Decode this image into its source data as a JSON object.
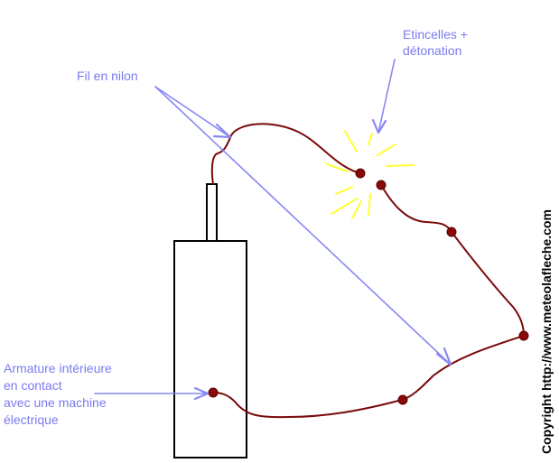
{
  "labels": {
    "sparks_line1": "Etincelles +",
    "sparks_line2": "détonation",
    "nylon_wire": "Fil en nilon",
    "armature_line1": "Armature intérieure",
    "armature_line2": "en contact",
    "armature_line3": "avec une machine",
    "armature_line4": "électrique",
    "copyright": "Copyright http://www.meteolafleche.com"
  },
  "colors": {
    "label_text": "#7b7bf0",
    "arrow": "#8888f4",
    "wire": "#7a0a0a",
    "node": "#8a0808",
    "spark": "#ffff33",
    "outline": "#000000"
  }
}
